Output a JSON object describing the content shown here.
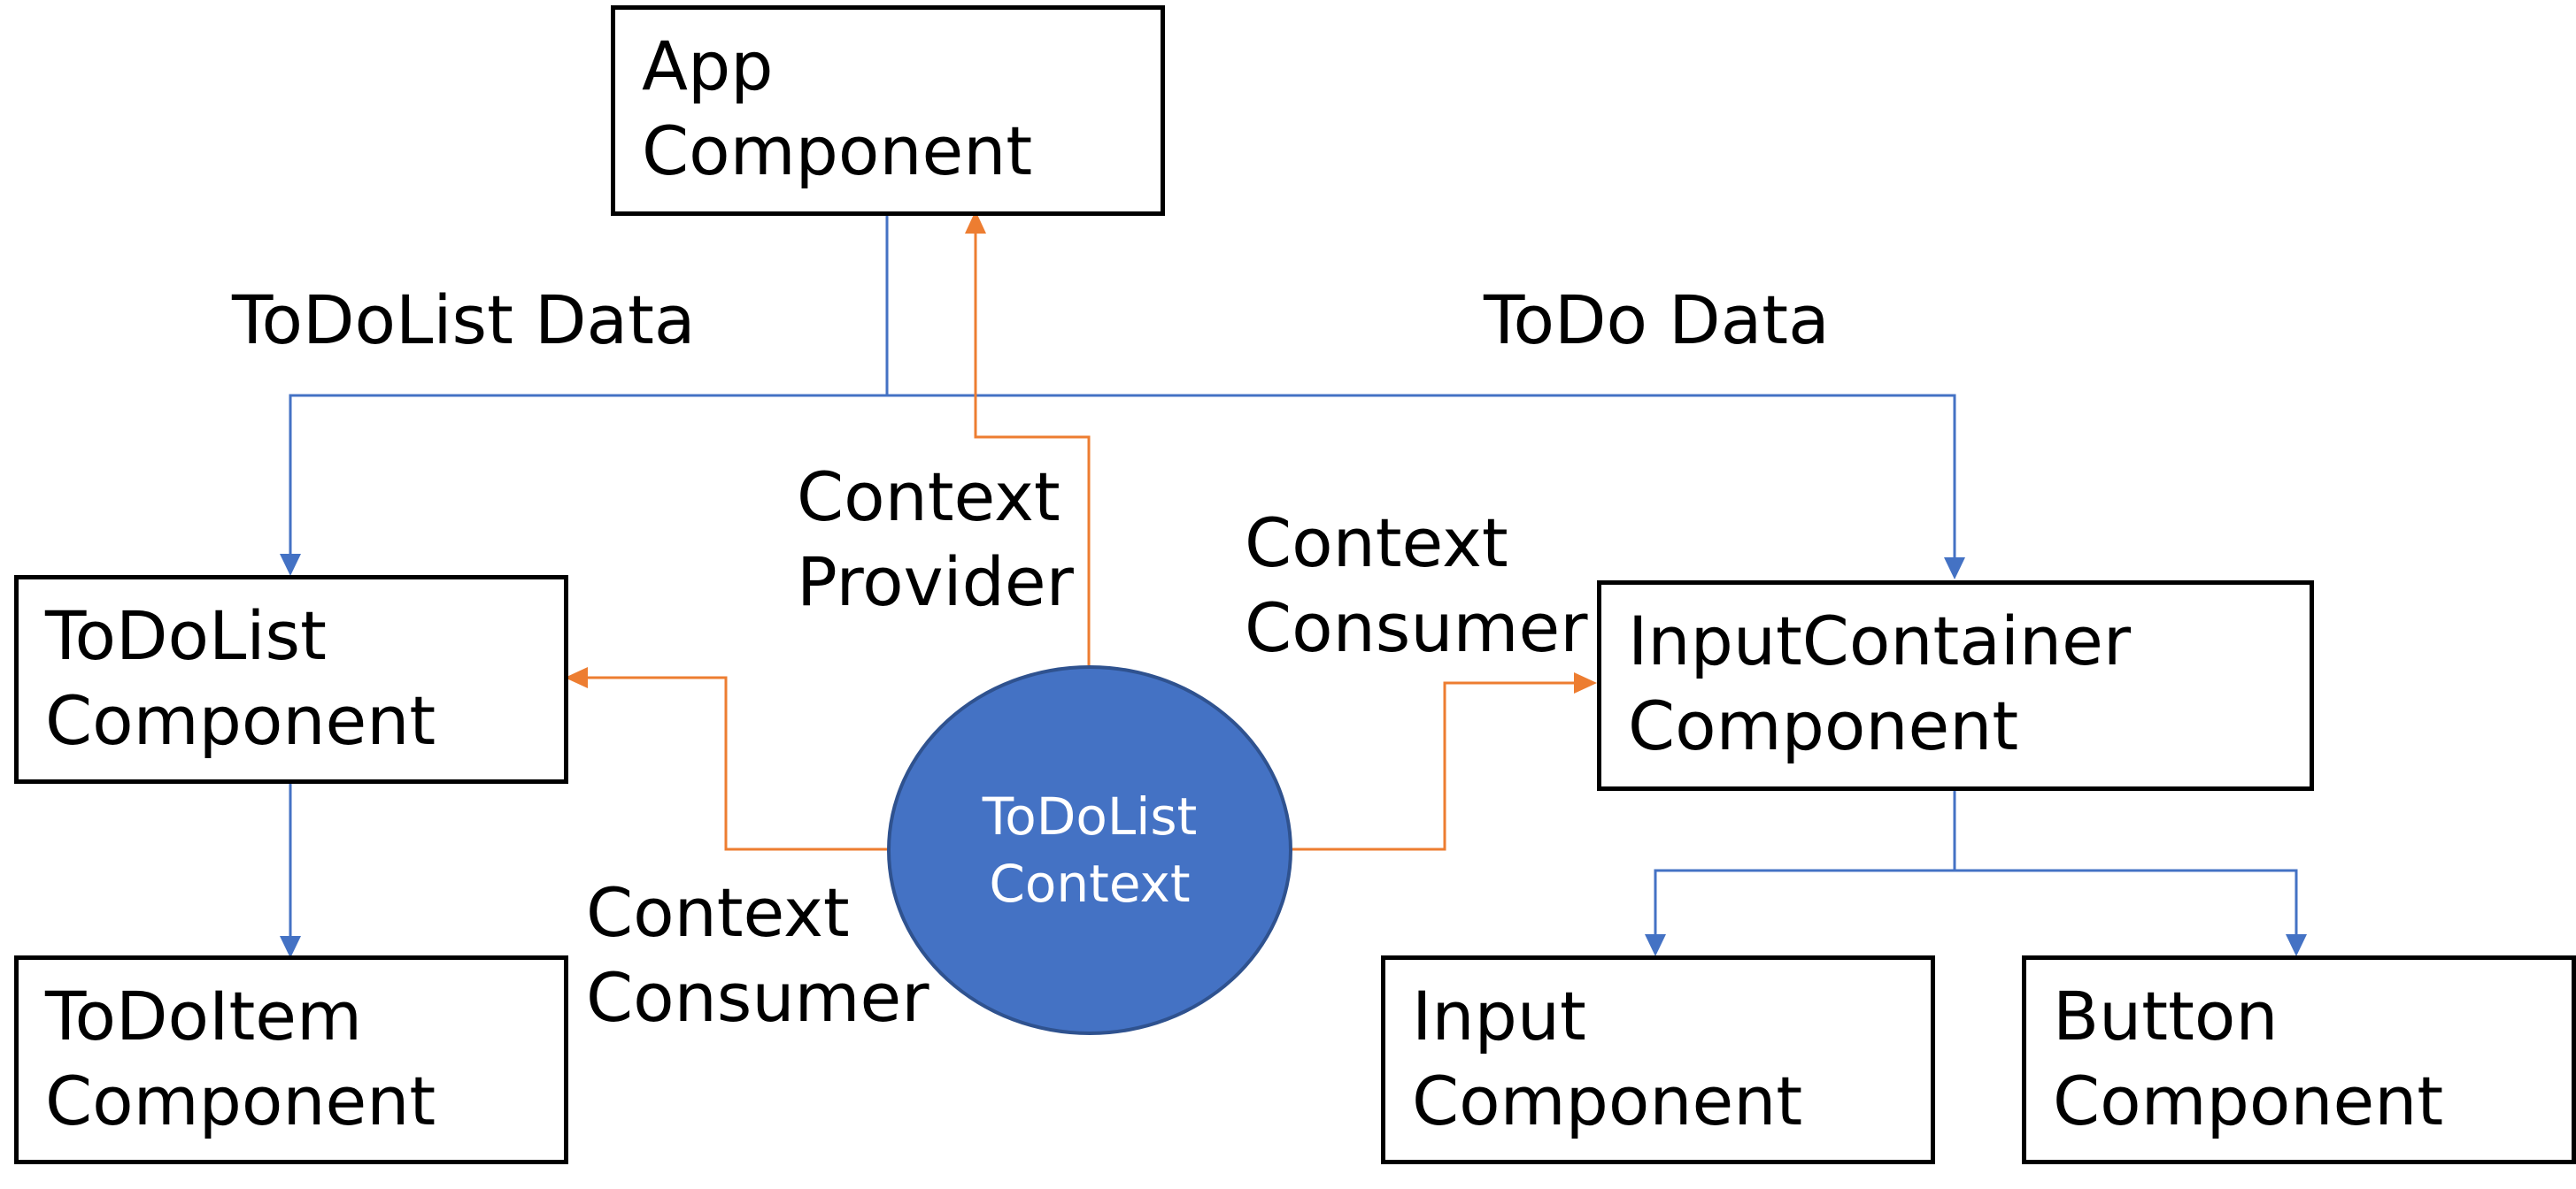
{
  "nodes": {
    "app": {
      "line1": "App",
      "line2": "Component"
    },
    "todolist": {
      "line1": "ToDoList",
      "line2": "Component"
    },
    "todoitem": {
      "line1": "ToDoItem",
      "line2": "Component"
    },
    "inputcontainer": {
      "line1": "InputContainer",
      "line2": "Component"
    },
    "input": {
      "line1": "Input",
      "line2": "Component"
    },
    "button": {
      "line1": "Button",
      "line2": "Component"
    },
    "context": {
      "line1": "ToDoList",
      "line2": "Context"
    }
  },
  "edge_labels": {
    "todolist_data": "ToDoList  Data",
    "todo_data": "ToDo  Data",
    "context_provider": {
      "line1": "Context",
      "line2": "Provider"
    },
    "context_consumer_right": {
      "line1": "Context",
      "line2": "Consumer"
    },
    "context_consumer_left": {
      "line1": "Context",
      "line2": "Consumer"
    }
  },
  "colors": {
    "data_flow": "#4472c4",
    "context_flow": "#ed7d31",
    "context_node_fill": "#4472c4",
    "box_border": "#000000"
  }
}
